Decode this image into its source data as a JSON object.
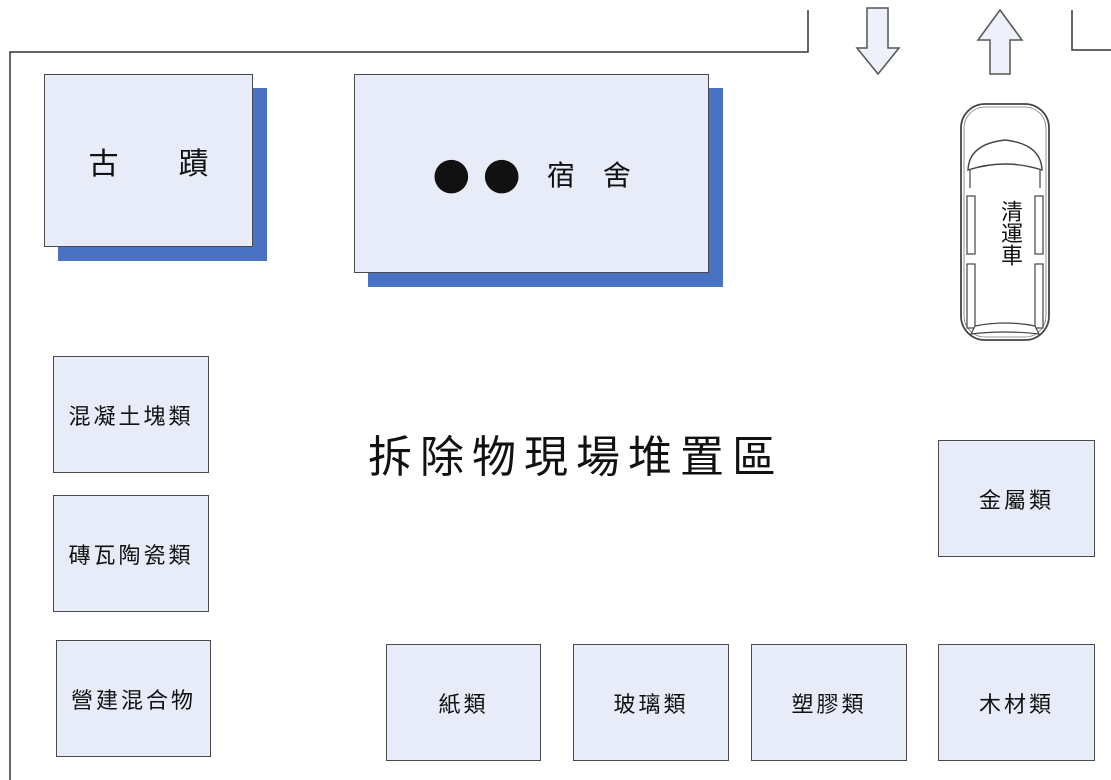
{
  "heritage": {
    "label": "古　　蹟"
  },
  "dormitory": {
    "marker": "●●",
    "label": "宿　舍"
  },
  "truck": {
    "label": "清運車",
    "icon": "truck-icon"
  },
  "area_title": "拆除物現場堆置區",
  "bins": {
    "concrete": "混凝土塊類",
    "brick": "磚瓦陶瓷類",
    "mixed": "營建混合物",
    "metal": "金屬類",
    "paper": "紙類",
    "glass": "玻璃類",
    "plastic": "塑膠類",
    "wood": "木材類"
  },
  "arrows": {
    "in": "down-arrow-icon",
    "out": "up-arrow-icon"
  },
  "colors": {
    "box_fill": "#e8ecf8",
    "shadow": "#4a72c2",
    "line": "#4a4a4a"
  }
}
